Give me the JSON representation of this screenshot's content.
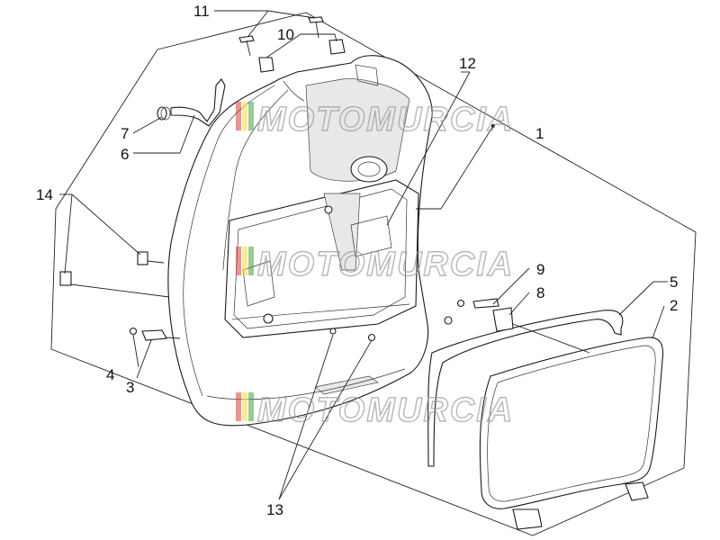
{
  "watermark": {
    "text": "MOTOMURCIA",
    "flag_colors": [
      "#e53935",
      "#fdd835",
      "#43a047"
    ]
  },
  "callouts": [
    {
      "id": "11",
      "label": "11"
    },
    {
      "id": "10",
      "label": "10"
    },
    {
      "id": "12",
      "label": "12"
    },
    {
      "id": "7",
      "label": "7"
    },
    {
      "id": "6",
      "label": "6"
    },
    {
      "id": "1",
      "label": "1"
    },
    {
      "id": "14",
      "label": "14"
    },
    {
      "id": "9",
      "label": "9"
    },
    {
      "id": "8",
      "label": "8"
    },
    {
      "id": "5",
      "label": "5"
    },
    {
      "id": "2",
      "label": "2"
    },
    {
      "id": "4",
      "label": "4"
    },
    {
      "id": "3",
      "label": "3"
    },
    {
      "id": "13",
      "label": "13"
    }
  ]
}
